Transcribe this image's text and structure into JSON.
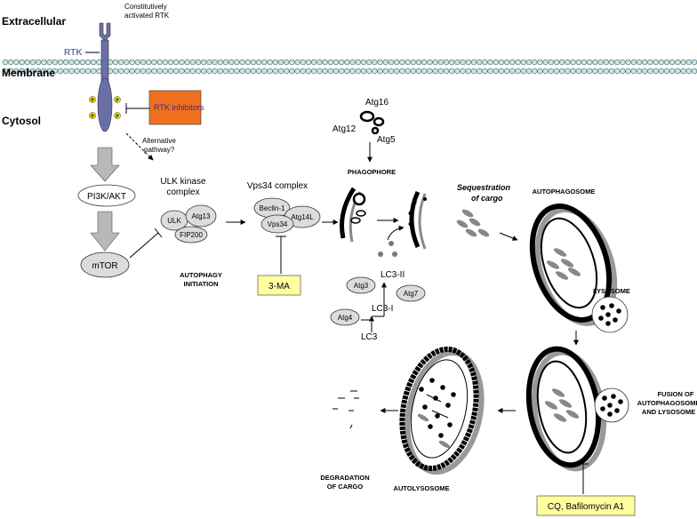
{
  "colors": {
    "rtk": "#6b6fa8",
    "rtk_inhibitor_box": "#f07020",
    "rtk_inhibitor_text": "#3b2a8a",
    "drug_box": "#ffffa0",
    "protein_fill": "#dcdcdc",
    "bead": "#cfe3e3"
  },
  "regions": {
    "extracellular": "Extracellular",
    "membrane": "Membrane",
    "cytosol": "Cytosol"
  },
  "rtk": {
    "title_line1": "Constitutively",
    "title_line2": "activated RTK",
    "label": "RTK",
    "phospho_label": "P"
  },
  "inhibitors": {
    "rtk": "RTK inhibitors",
    "three_ma": "3-MA",
    "cq": "CQ, Bafilomycin A1"
  },
  "pathway": {
    "alt_line1": "Alternative",
    "alt_line2": "pathway?",
    "pi3k": "PI3K/AKT",
    "mtor": "mTOR"
  },
  "ulk_complex": {
    "title_line1": "ULK kinase",
    "title_line2": "complex",
    "ulk": "ULK",
    "atg13": "Atg13",
    "fip200": "FIP200"
  },
  "initiation": {
    "line1": "AUTOPHAGY",
    "line2": "INITIATION"
  },
  "vps34_complex": {
    "title": "Vps34 complex",
    "beclin": "Beclin-1",
    "atg14l": "Atg14L",
    "vps34": "Vps34"
  },
  "atg_conj": {
    "atg16": "Atg16",
    "atg12": "Atg12",
    "atg5": "Atg5",
    "phagophore": "PHAGOPHORE"
  },
  "lc3": {
    "lc3ii": "LC3-II",
    "lc3i": "LC3-I",
    "lc3": "LC3",
    "atg3": "Atg3",
    "atg7": "Atg7",
    "atg4": "Atg4"
  },
  "stages": {
    "sequestration_line1": "Sequestration",
    "sequestration_line2": "of cargo",
    "autophagosome": "AUTOPHAGOSOME",
    "lysosome": "LYSOSOME",
    "fusion_line1": "FUSION OF",
    "fusion_line2": "AUTOPHAGOSOME",
    "fusion_line3": "AND LYSOSOME",
    "autolysosome": "AUTOLYSOSOME",
    "degradation_line1": "DEGRADATION",
    "degradation_line2": "OF CARGO"
  }
}
